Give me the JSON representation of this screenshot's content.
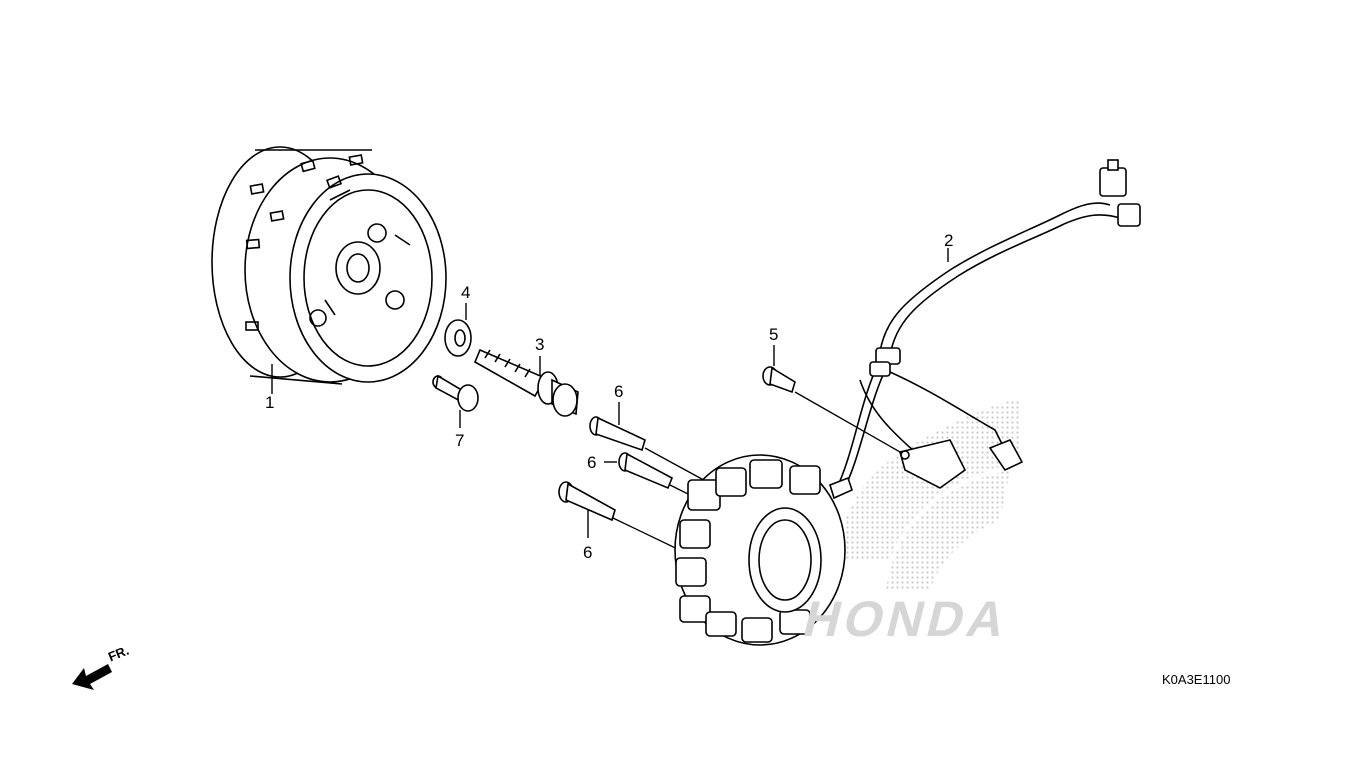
{
  "diagram": {
    "parts": [
      {
        "ref": "1"
      },
      {
        "ref": "2"
      },
      {
        "ref": "3"
      },
      {
        "ref": "4"
      },
      {
        "ref": "5"
      },
      {
        "ref": "6"
      },
      {
        "ref": "6"
      },
      {
        "ref": "6"
      },
      {
        "ref": "7"
      }
    ],
    "direction_label": "FR.",
    "diagram_code": "K0A3E1100",
    "watermark": "HONDA",
    "colors": {
      "line": "#000000",
      "watermark": "#cfcfcf",
      "background": "#ffffff"
    }
  }
}
